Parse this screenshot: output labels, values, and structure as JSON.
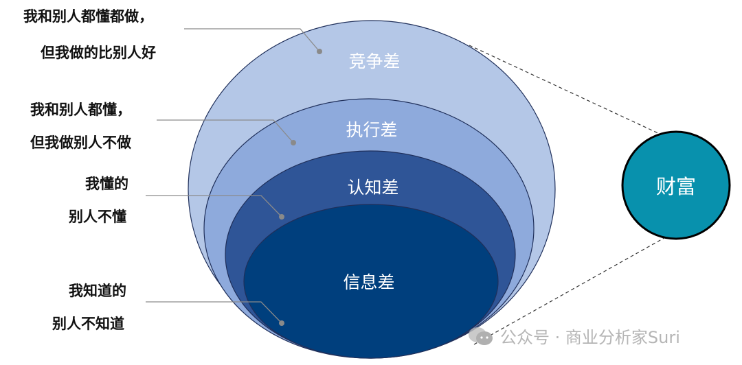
{
  "layers": [
    {
      "name": "竞争差",
      "desc_line1": "我和别人都懂都做，",
      "desc_line2": "但我做的比别人好",
      "color": "#b4c7e7"
    },
    {
      "name": "执行差",
      "desc_line1": "我和别人都懂，",
      "desc_line2": "但我做别人不做",
      "color": "#8eaadc"
    },
    {
      "name": "认知差",
      "desc_line1": "我懂的",
      "desc_line2": "别人不懂",
      "color": "#2f5597"
    },
    {
      "name": "信息差",
      "desc_line1": "我知道的",
      "desc_line2": "别人不知道",
      "color": "#003f7d"
    }
  ],
  "result": {
    "label": "财富",
    "color": "#0891ad"
  },
  "watermark": {
    "icon": "wechat-icon",
    "text": "公众号 · 商业分析家Suri"
  }
}
